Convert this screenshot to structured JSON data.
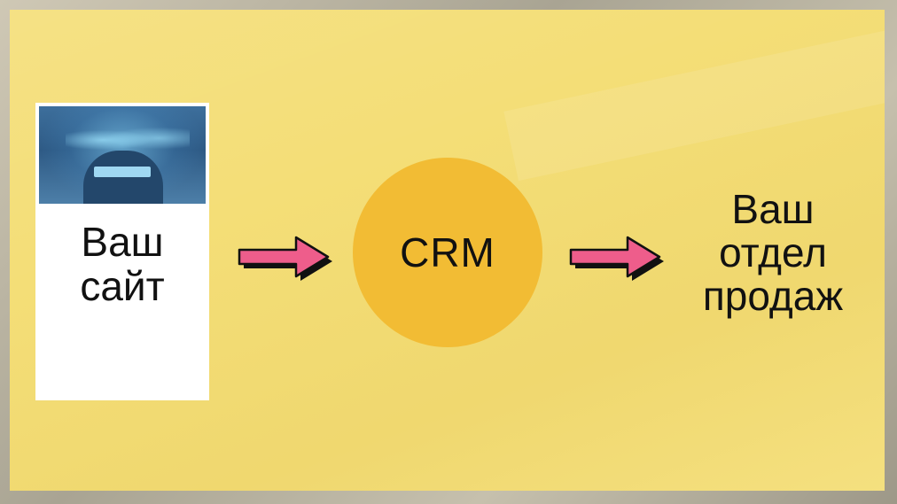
{
  "nodes": {
    "site": {
      "line1": "Ваш",
      "line2": "сайт"
    },
    "crm": {
      "label": "CRM"
    },
    "sales": {
      "line1": "Ваш",
      "line2": "отдел",
      "line3": "продаж"
    }
  },
  "colors": {
    "background": "#f4de77",
    "crm_circle": "#f2bc34",
    "arrow_fill": "#ee5d8b",
    "card": "#ffffff"
  },
  "icons": {
    "arrow": "right-arrow-icon",
    "photo": "business-tablet-photo"
  }
}
